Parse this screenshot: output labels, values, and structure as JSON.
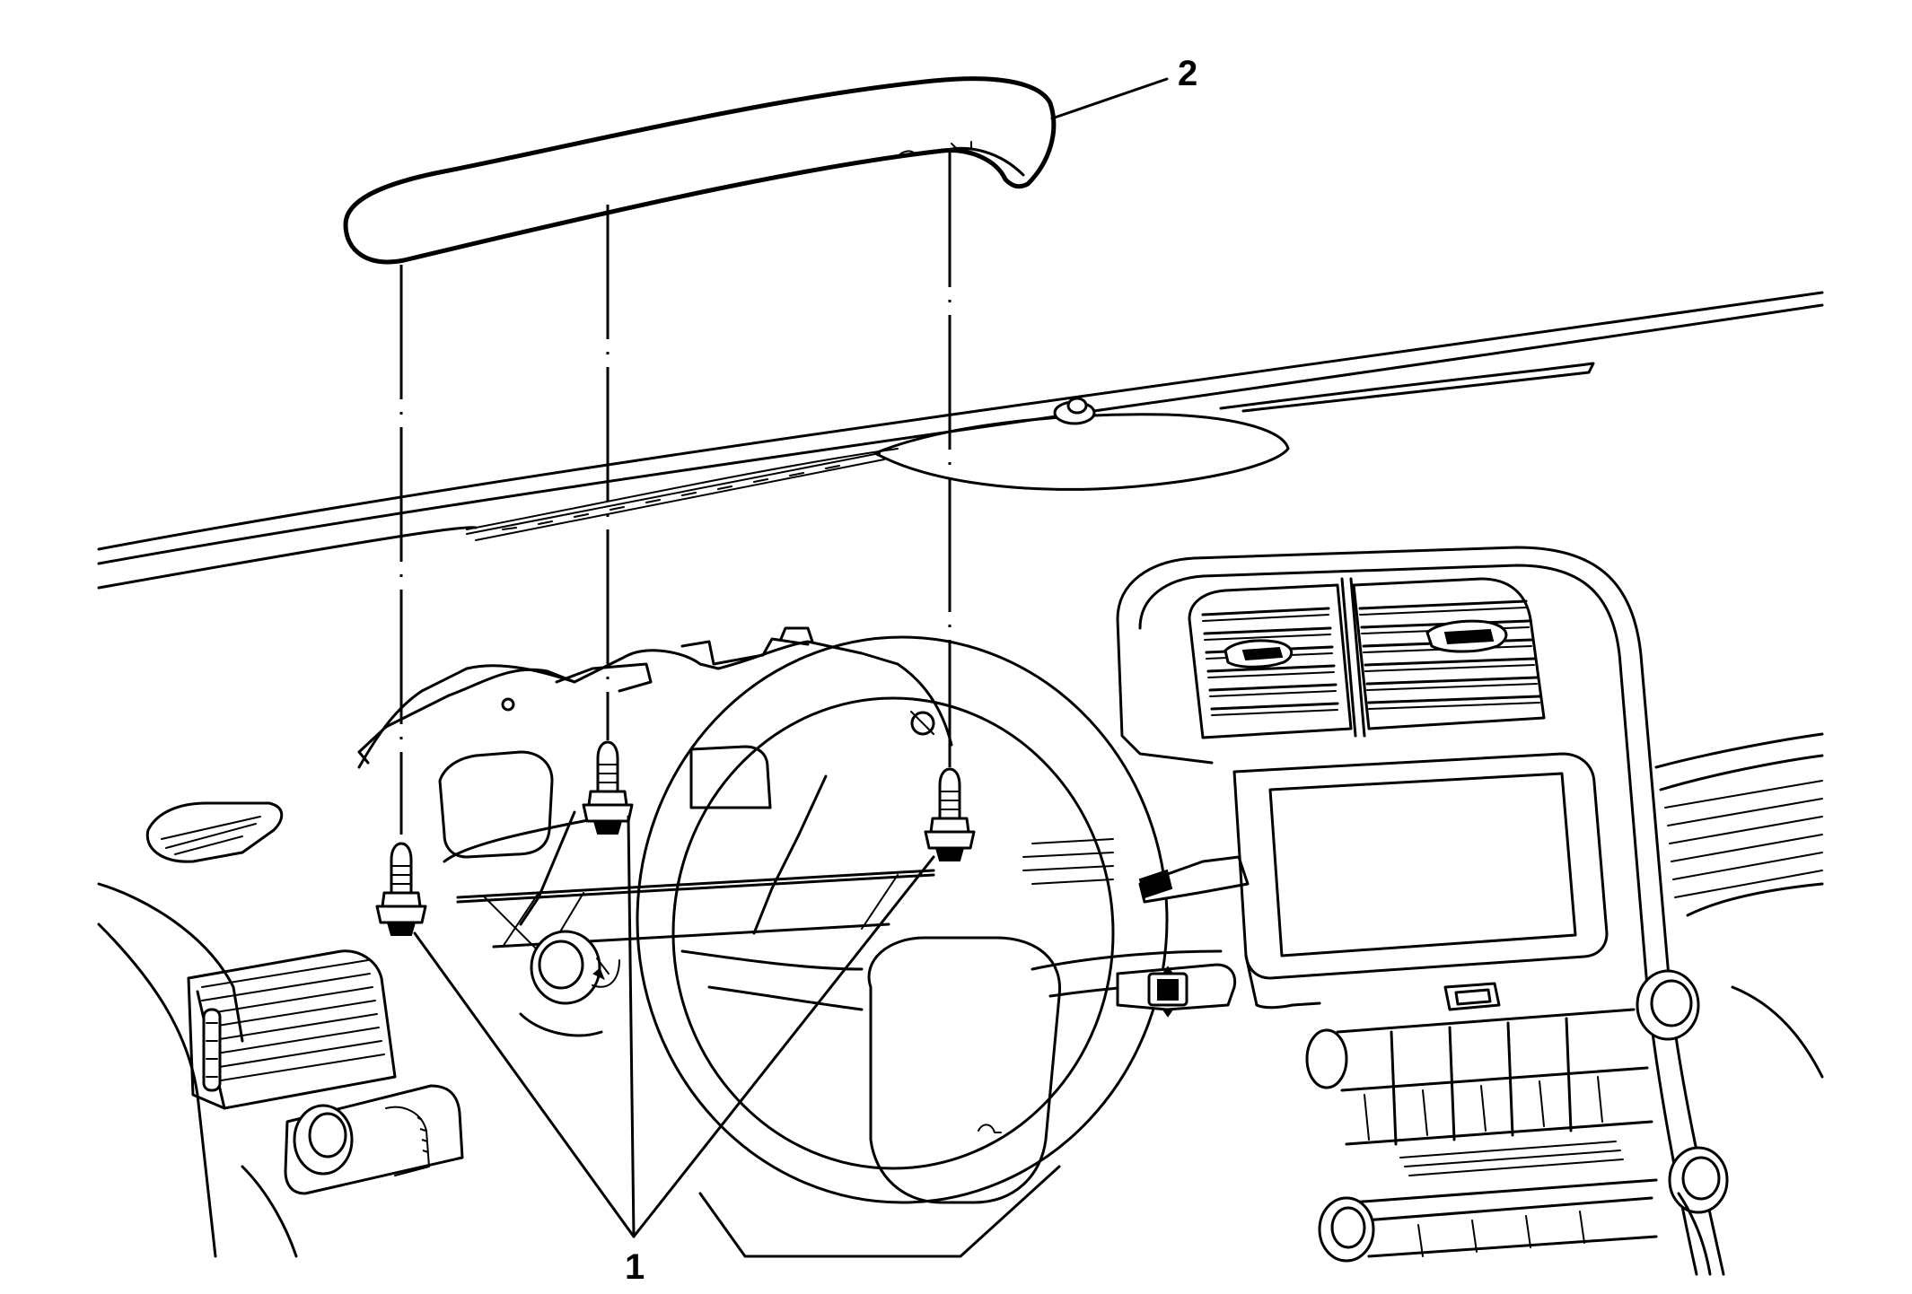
{
  "callouts": [
    {
      "number": "1",
      "part": "fastener"
    },
    {
      "number": "2",
      "part": "trim-cover"
    }
  ]
}
